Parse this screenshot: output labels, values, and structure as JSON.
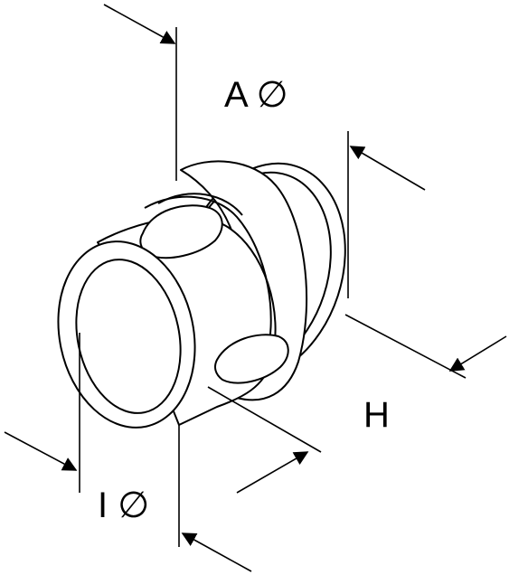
{
  "labels": {
    "outer_diameter": "A ∅",
    "height": "H",
    "inner_diameter": "I ∅"
  },
  "colors": {
    "line": "#000000",
    "background": "#ffffff"
  }
}
